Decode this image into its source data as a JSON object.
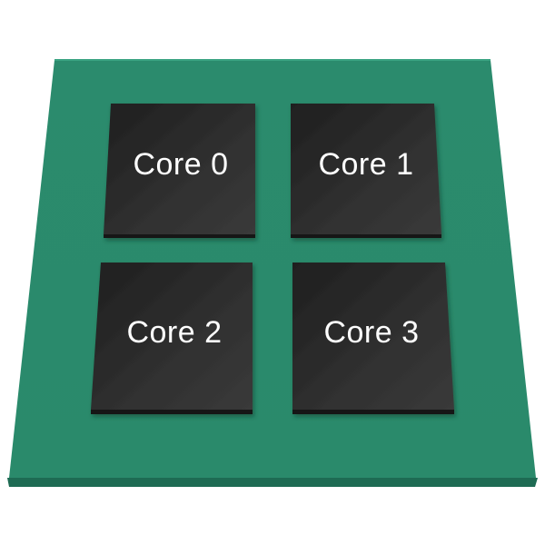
{
  "colors": {
    "background": "#ffffff",
    "board": "#2a8a6c",
    "board_edge": "#1f6f56",
    "core_fill": "#2b2b2b",
    "core_text": "#ffffff"
  },
  "cores": [
    {
      "label": "Core 0"
    },
    {
      "label": "Core 1"
    },
    {
      "label": "Core 2"
    },
    {
      "label": "Core 3"
    }
  ]
}
